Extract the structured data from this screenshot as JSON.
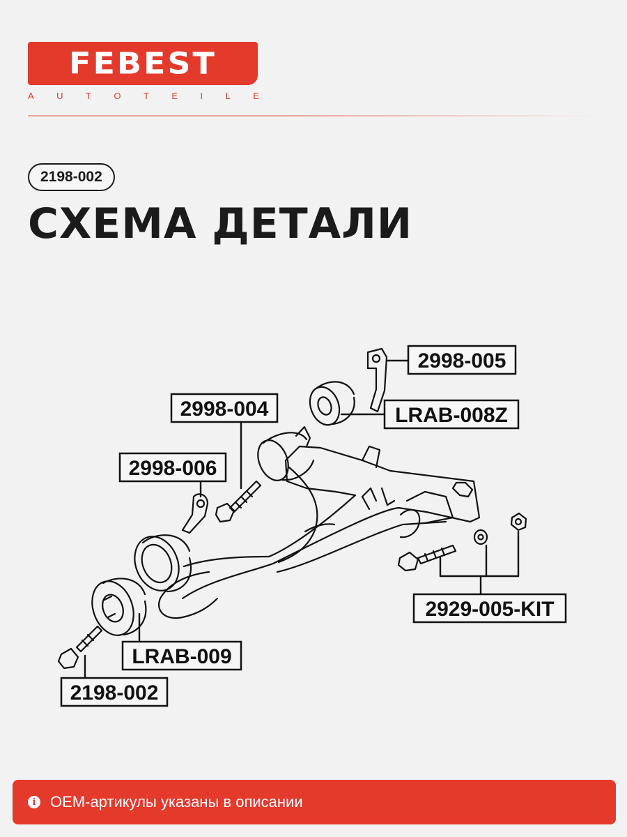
{
  "brand": {
    "name": "FEBEST",
    "tagline_letters": [
      "A",
      "U",
      "T",
      "O",
      "T",
      "E",
      "I",
      "L",
      "E"
    ],
    "color": "#e43a2c"
  },
  "part_number": "2198-002",
  "title": "СХЕМА ДЕТАЛИ",
  "diagram": {
    "callouts": [
      {
        "id": "c1",
        "label": "2998-005"
      },
      {
        "id": "c2",
        "label": "LRAB-008Z"
      },
      {
        "id": "c3",
        "label": "2998-004"
      },
      {
        "id": "c4",
        "label": "2998-006"
      },
      {
        "id": "c5",
        "label": "2929-005-KIT"
      },
      {
        "id": "c6",
        "label": "LRAB-009"
      },
      {
        "id": "c7",
        "label": "2198-002"
      }
    ]
  },
  "notice": {
    "icon": "info-icon",
    "text": "OEM-артикулы указаны в описании"
  }
}
